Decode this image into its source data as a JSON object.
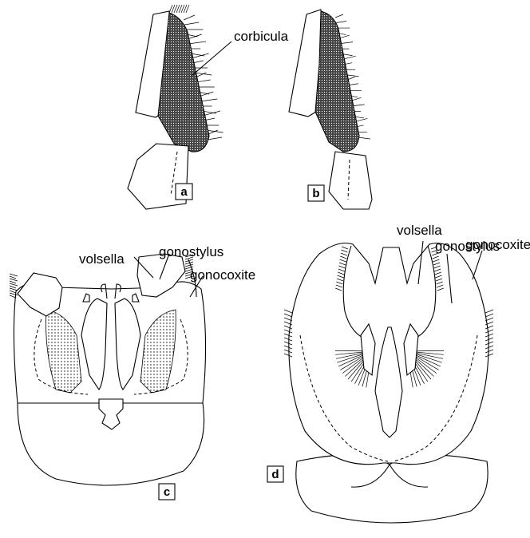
{
  "labels": {
    "corbicula": "corbicula",
    "volsella_c": "volsella",
    "gonostylus_c": "gonostylus",
    "gonocoxite_c": "gonocoxite",
    "volsella_d": "volsella",
    "gonostylus_d": "gonostylus",
    "gonocoxite_d": "gonocoxite"
  },
  "panels": {
    "a": "a",
    "b": "b",
    "c": "c",
    "d": "d"
  }
}
